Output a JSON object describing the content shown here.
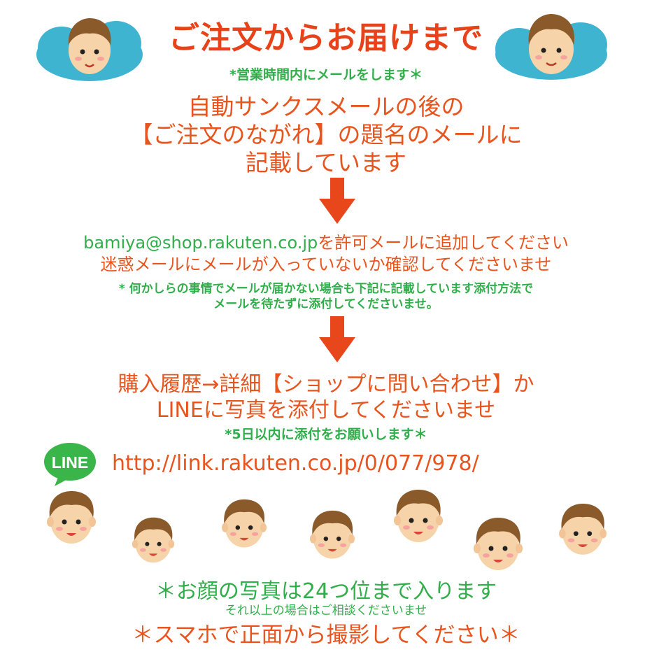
{
  "header": {
    "title": "ご注文からお届けまで",
    "hours_note": "*営業時間内にメールをします＊"
  },
  "mail_info": {
    "line1": "自動サンクスメールの後の",
    "line2": "【ご注文のながれ】の題名のメールに",
    "line3": "記載しています"
  },
  "email_section": {
    "address": "bamiya@shop.rakuten.co.jp",
    "allow_text": "を許可メールに追加してください",
    "spam_text": "迷惑メールにメールが入っていないか確認してくださいませ",
    "note1": "* 何かしらの事情でメールが届かない場合も下記に記載しています添付方法で",
    "note2": "メールを待たずに添付してくださいませ。"
  },
  "history_section": {
    "line1": "購入履歴→詳細【ショップに問い合わせ】か",
    "line2": "LINEに写真を添付してくださいませ",
    "deadline": "*5日以内に添付をお願いします＊",
    "line_logo_text": "LINE",
    "url": "http://link.rakuten.co.jp/0/077/978/"
  },
  "footer": {
    "faces_note": "＊お顔の写真は24つ位まで入ります",
    "consult_note": "それ以上の場合はご相談くださいませ",
    "photo_note": "＊スマホで正面から撮影してください＊"
  },
  "colors": {
    "orange": "#e8541e",
    "title_red": "#e8421a",
    "green": "#2fae4a",
    "arrow": "#e8471c",
    "cloud_blue": "#3fb4d0",
    "line_green": "#3ab54a"
  },
  "icons": {
    "arrows": [
      "arrow-down-icon",
      "arrow-down-icon"
    ],
    "face_count": 9,
    "line_logo": "line-logo-icon"
  }
}
